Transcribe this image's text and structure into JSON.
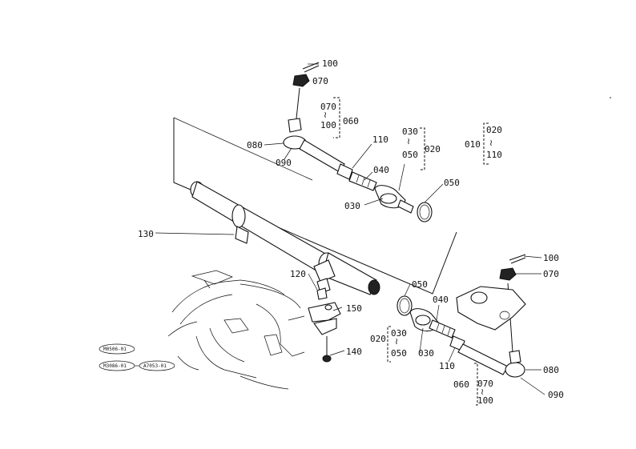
{
  "labels": {
    "l100a": "100",
    "l070a": "070",
    "l070b": "070",
    "l100b": "100",
    "l060a": "060",
    "l080a": "080",
    "l090a": "090",
    "l110a": "110",
    "l040a": "040",
    "l030a": "030",
    "l050a": "050",
    "l020a": "020",
    "l030b": "030",
    "l050b": "050",
    "l010": "010",
    "l020b": "020",
    "l110b": "110",
    "l130": "130",
    "l120": "120",
    "l150": "150",
    "l140": "140",
    "l050c": "050",
    "l040b": "040",
    "l020c": "020",
    "l030c": "030",
    "l050d": "050",
    "l030d": "030",
    "l110c": "110",
    "l100c": "100",
    "l070c": "070",
    "l080b": "080",
    "l090b": "090",
    "l060b": "060",
    "l070d": "070",
    "l100d": "100"
  },
  "stamps": {
    "s1": "M0506-01",
    "s2": "M3086-01",
    "s3": "A7053-01"
  },
  "colors": {
    "ink": "#111111",
    "paper": "#ffffff"
  }
}
